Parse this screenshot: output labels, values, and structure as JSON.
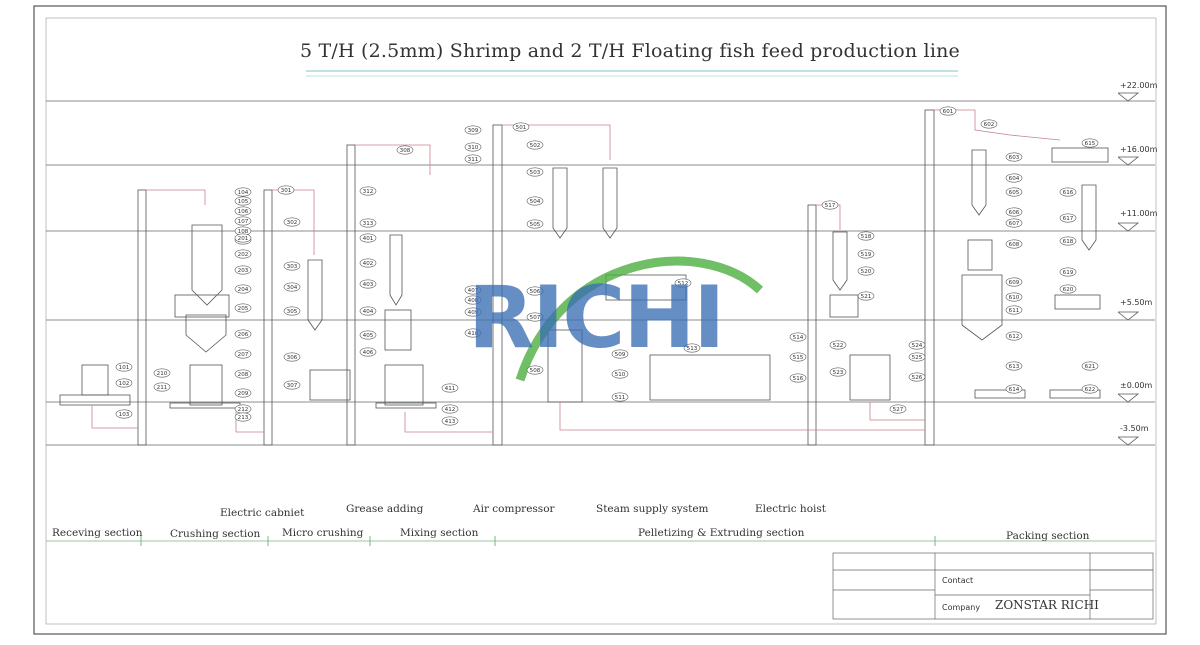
{
  "title": "5 T/H (2.5mm) Shrimp and 2 T/H Floating fish feed production line",
  "logo_text": "RICHI",
  "colors": {
    "line": "#555555",
    "pipe": "#c9828a",
    "logo_blue": "#3a6eb4",
    "logo_green": "#4cae3f",
    "title_rule": "#7fc6c6"
  },
  "levels": [
    "+22.00m",
    "+16.00m",
    "+11.00m",
    "+5.50m",
    "±0.00m",
    "-3.50m"
  ],
  "aux_equipment": {
    "cabinet": "Electric cabniet",
    "grease": "Grease adding",
    "compressor": "Air compressor",
    "steam": "Steam supply system",
    "hoist": "Electric hoist"
  },
  "sections": [
    "Receving section",
    "Crushing section",
    "Micro crushing",
    "Mixing section",
    "Pelletizing & Extruding section",
    "Packing section"
  ],
  "title_block": {
    "contact_label": "Contact",
    "company_label": "Company",
    "company_name": "ZONSTAR RICHI"
  },
  "tags": [
    "101",
    "102",
    "103",
    "104",
    "105",
    "106",
    "107",
    "108",
    "109",
    "201",
    "202",
    "203",
    "204",
    "205",
    "206",
    "207",
    "208",
    "209",
    "210",
    "211",
    "212",
    "213",
    "301",
    "302",
    "303",
    "304",
    "305",
    "306",
    "307",
    "308",
    "309",
    "310",
    "311",
    "312",
    "313",
    "401",
    "402",
    "403",
    "404",
    "405",
    "406",
    "407",
    "408",
    "409",
    "410",
    "411",
    "412",
    "413",
    "501",
    "502",
    "503",
    "504",
    "505",
    "506",
    "507",
    "508",
    "509",
    "510",
    "511",
    "512",
    "513",
    "514",
    "515",
    "516",
    "517",
    "518",
    "519",
    "520",
    "521",
    "522",
    "523",
    "524",
    "525",
    "526",
    "527",
    "601",
    "602",
    "603",
    "604",
    "605",
    "606",
    "607",
    "608",
    "609",
    "610",
    "611",
    "612",
    "613",
    "614",
    "615",
    "616",
    "617",
    "618",
    "619",
    "620",
    "621",
    "622"
  ]
}
